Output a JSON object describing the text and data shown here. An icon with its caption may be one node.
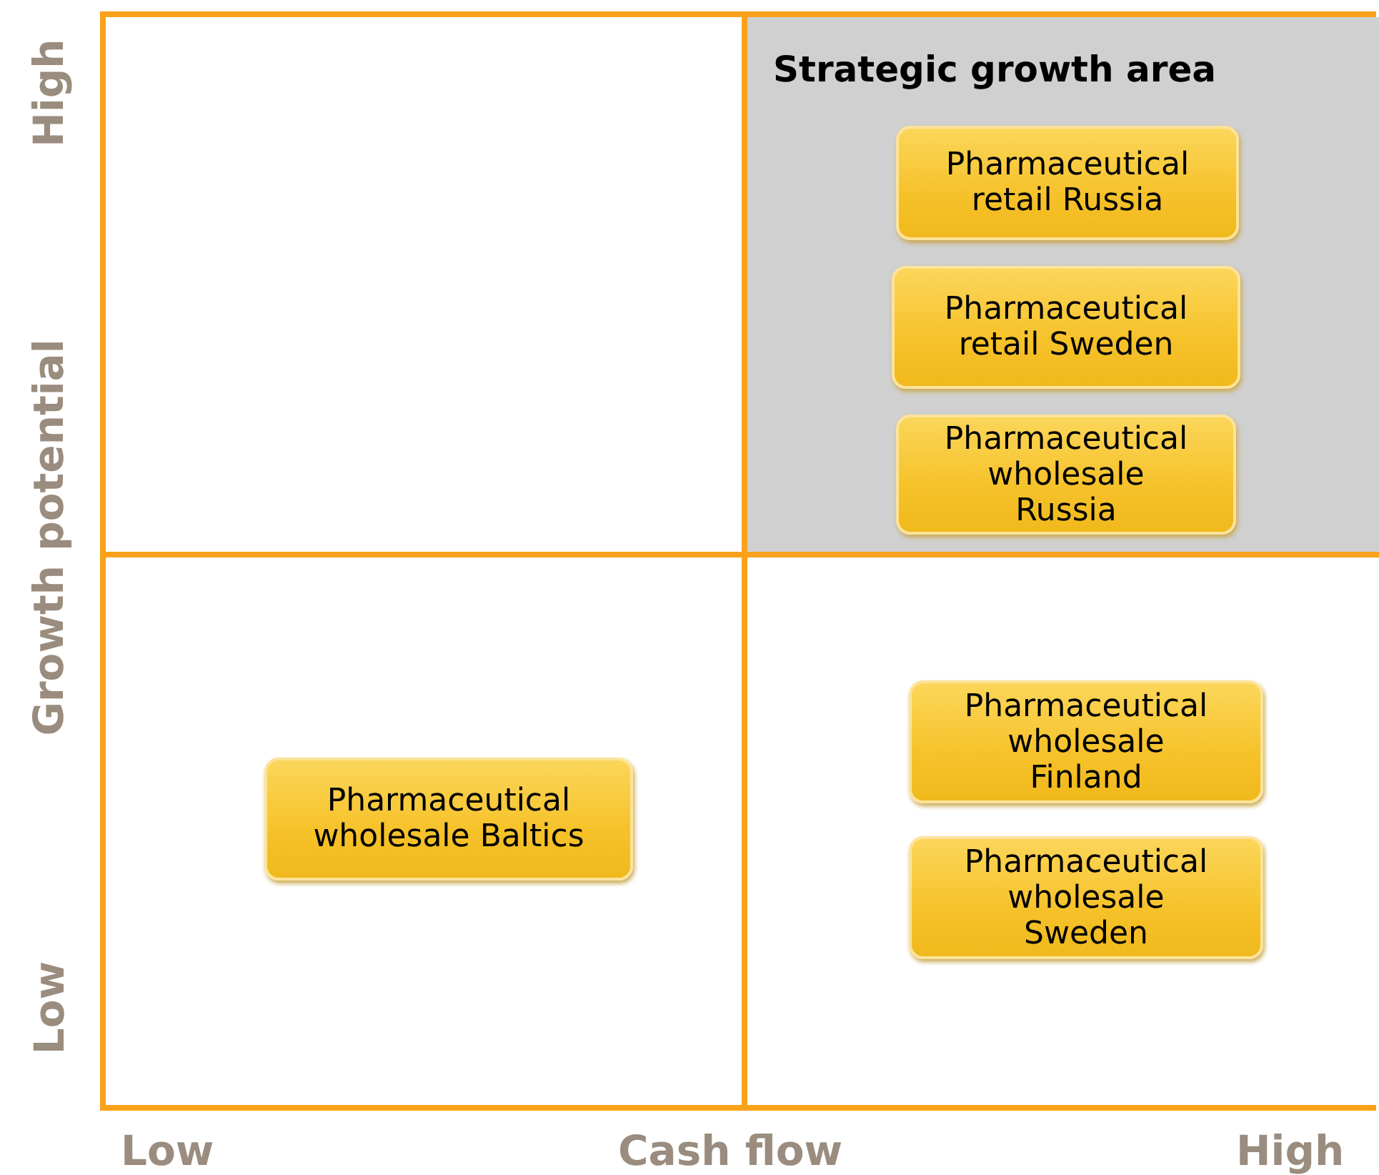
{
  "diagram": {
    "nodes": [
      {
        "text": [
          "Strategic growth area"
        ]
      },
      {
        "text": [
          "Pharmaceutical retail Russia"
        ],
        "in": 0
      },
      {
        "text": [
          "Pharmaceutical retail Sweden"
        ],
        "in": 0
      },
      {
        "text": [
          "Pharmaceutical wholesale Russia"
        ],
        "in": 0
      },
      {
        "text": [
          "Pharmaceutical wholesale Baltics"
        ]
      },
      {
        "text": [
          "Pharmaceutical wholesale Finland"
        ]
      },
      {
        "text": [
          "Pharmaceutical wholesale Sweden"
        ]
      }
    ],
    "edges": [],
    "labels": [
      "High",
      "Growth potential",
      "Low",
      "Low",
      "Cash flow",
      "High"
    ]
  }
}
